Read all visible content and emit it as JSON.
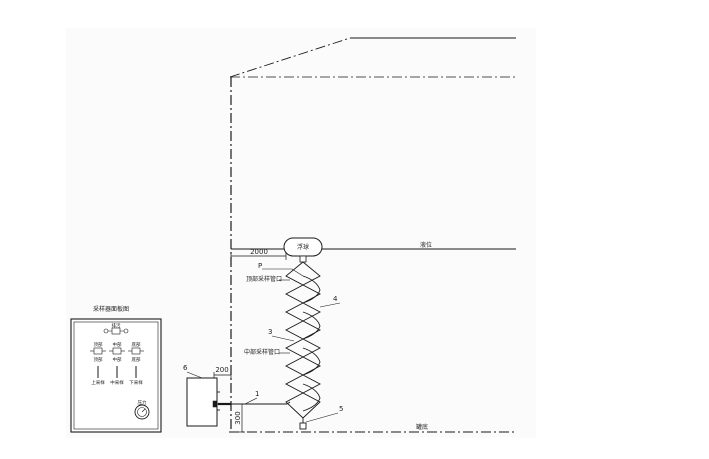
{
  "labels": {
    "float": "浮球",
    "liquid_level": "液位",
    "tank_bottom": "罐底",
    "top_sampling_port": "顶部采样管口",
    "mid_sampling_port": "中部采样管口",
    "panel_title": "采样器面板图",
    "panel_top_caption": "排污",
    "panel_valve_captions": [
      "顶部",
      "中部",
      "底部"
    ],
    "panel_bottom_captions": [
      "上采样",
      "中采样",
      "下采样"
    ],
    "panel_gauge_caption": "压力"
  },
  "dimensions": {
    "d_2000": "2000",
    "d_200": "200",
    "d_300": "300"
  },
  "callouts": {
    "c1": "1",
    "c3": "3",
    "c4": "4",
    "c5": "5",
    "c6": "6",
    "cP": "P"
  },
  "colors": {
    "line": "#1a1a1a",
    "background": "#ffffff"
  },
  "icons": [
    "valve-icon",
    "pressure-gauge-icon"
  ]
}
